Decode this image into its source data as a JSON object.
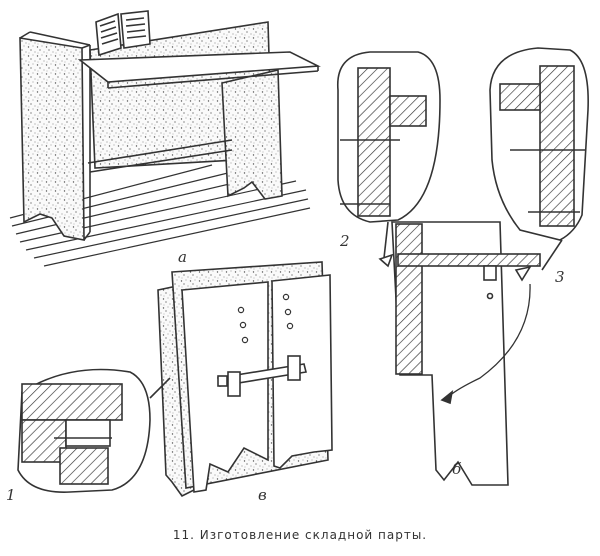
{
  "figure": {
    "labels": {
      "a": "а",
      "b": "б",
      "v": "в",
      "one": "1",
      "two": "2",
      "three": "3"
    },
    "caption": "11. Изготовление складной парты."
  }
}
